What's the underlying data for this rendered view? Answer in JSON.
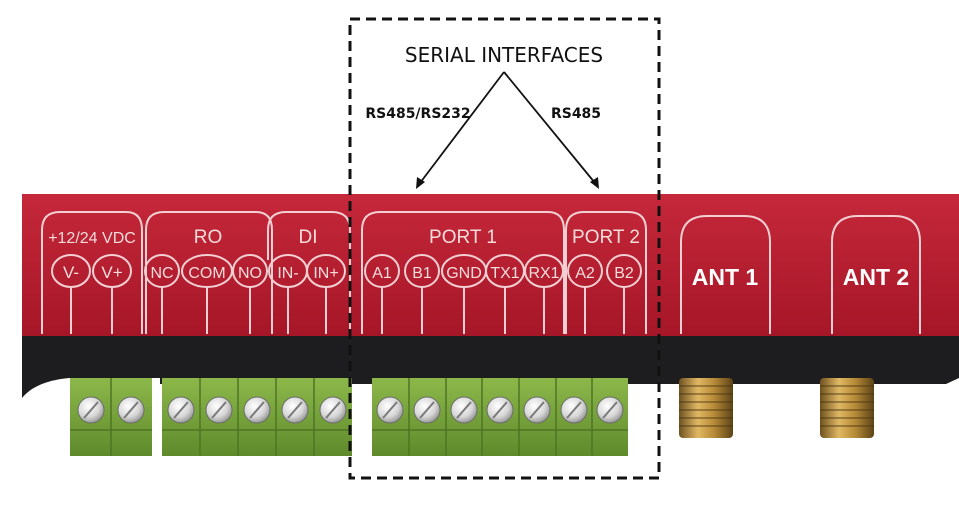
{
  "callout": {
    "title": "SERIAL INTERFACES",
    "left_label": "RS485/RS232",
    "right_label": "RS485"
  },
  "groups": {
    "power": "+12/24 VDC",
    "relay": "RO",
    "digital_input": "DI",
    "port1": "PORT 1",
    "port2": "PORT 2"
  },
  "pins": {
    "v_minus": "V-",
    "v_plus": "V+",
    "nc": "NC",
    "com": "COM",
    "no": "NO",
    "in_minus": "IN-",
    "in_plus": "IN+",
    "a1": "A1",
    "b1": "B1",
    "gnd": "GND",
    "tx1": "TX1",
    "rx1": "RX1",
    "a2": "A2",
    "b2": "B2"
  },
  "antennas": {
    "ant1": "ANT 1",
    "ant2": "ANT 2"
  },
  "colors": {
    "housing_red": "#b81c2c",
    "housing_dark": "#1d1d1f",
    "terminal_green": "#7aa63a",
    "connector_gold": "#b08a3a"
  }
}
